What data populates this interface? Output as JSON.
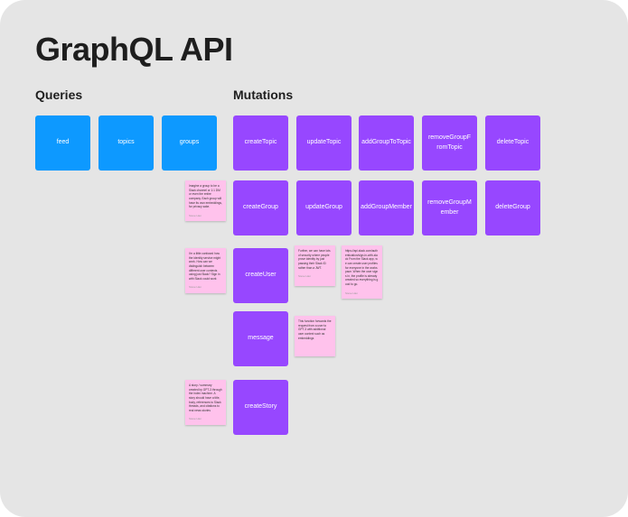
{
  "title": "GraphQL API",
  "queries": {
    "label": "Queries",
    "items": [
      "feed",
      "topics",
      "groups"
    ]
  },
  "mutations": {
    "label": "Mutations",
    "row1": [
      "createTopic",
      "updateTopic",
      "addGroupToTopic",
      "removeGroupFromTopic",
      "deleteTopic"
    ],
    "row2": [
      "createGroup",
      "updateGroup",
      "addGroupMember",
      "removeGroupMember",
      "deleteGroup"
    ],
    "column": [
      "createUser",
      "message",
      "createStory"
    ]
  },
  "notes": [
    {
      "text": "Imagine a group to be a Slack channel or 1:1 DM or even the entire company. Each group will have its own embeddings, for privacy sake.",
      "author": "Steve Han"
    },
    {
      "text": "Further, we can have lots of security where people prove identity by just passing their Slack ID rather than a JWT.",
      "author": "Steve Han"
    },
    {
      "text": "I'm a little confused how the identity service might work. How can we distinguish between different user contexts using just Slack? Sign in with Slack could work",
      "author": "Steve Han"
    },
    {
      "text": "https://api.slack.com/authentication/sign-in-with-slack From the Slack app, we can create user profiles for everyone in the workspace. When the user signs in, the profile is already created so everything is good to go.",
      "author": "Steve Han"
    },
    {
      "text": "This function forwards the request from a user to GPT-3 with additional user context such as embeddings",
      "author": "Steve Han"
    },
    {
      "text": "A story / summary created by GPT-3 through the index machine. A story should have a title, body, references to Slack threads, and citations to real news stories",
      "author": "Steve Han"
    }
  ]
}
